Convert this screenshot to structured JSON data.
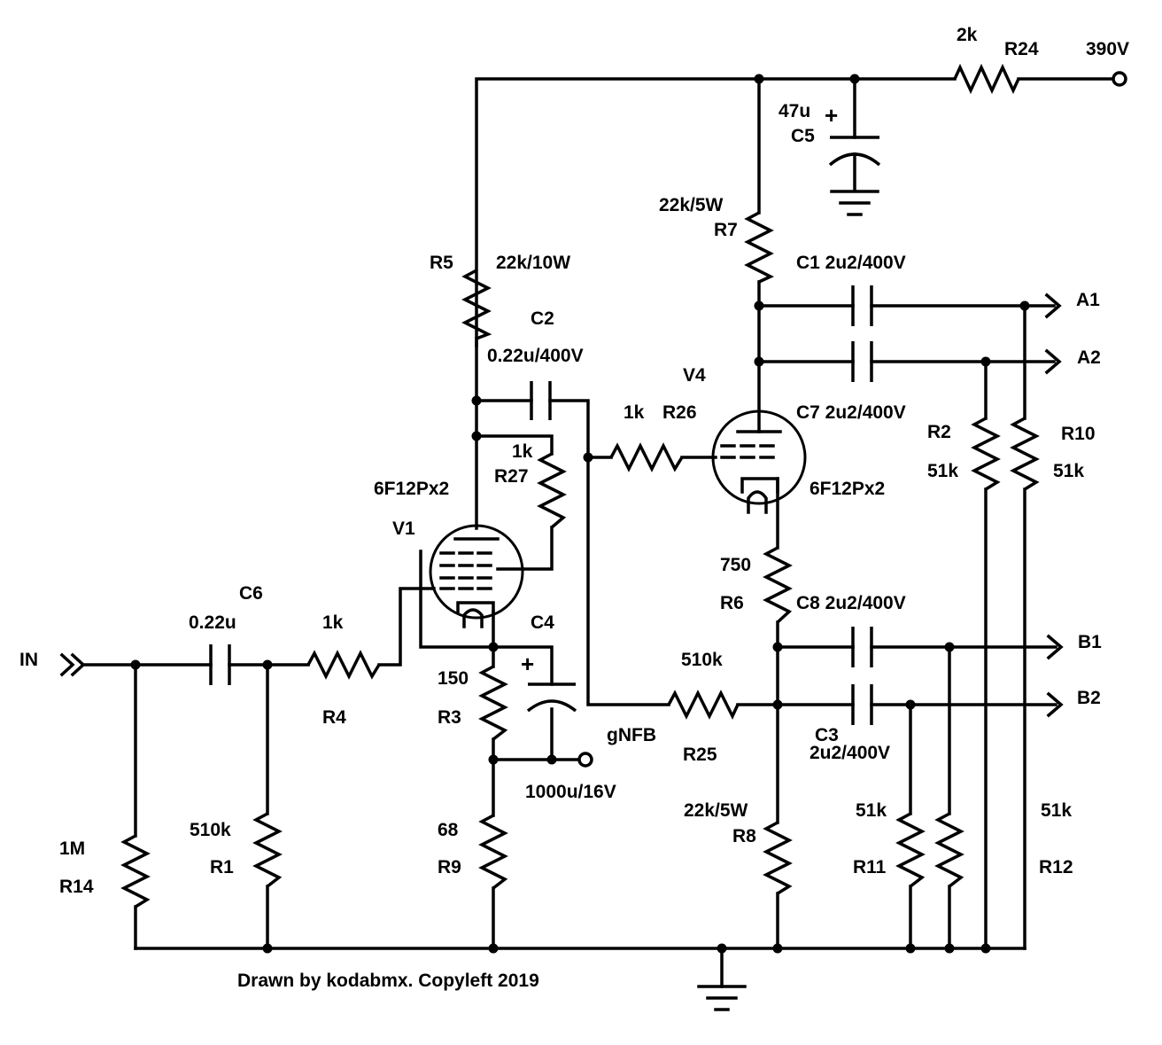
{
  "labels": {
    "r24_value": "2k",
    "r24_ref": "R24",
    "supply": "390V",
    "c5_value": "47u",
    "c5_ref": "C5",
    "c5_plus": "+",
    "r7_value": "22k/5W",
    "r7_ref": "R7",
    "r5_ref": "R5",
    "r5_value": "22k/10W",
    "c1_label": "C1 2u2/400V",
    "a1": "A1",
    "a2": "A2",
    "c2_ref": "C2",
    "c2_value": "0.22u/400V",
    "v4_ref": "V4",
    "r26_value": "1k",
    "r26_ref": "R26",
    "c7_label": "C7 2u2/400V",
    "r2_ref": "R2",
    "r2_value": "51k",
    "r10_ref": "R10",
    "r10_value": "51k",
    "r27_value": "1k",
    "r27_ref": "R27",
    "v1_type": "6F12Px2",
    "v4_type": "6F12Px2",
    "v1_ref": "V1",
    "c6_ref": "C6",
    "c6_value": "0.22u",
    "r4_value": "1k",
    "r4_ref": "R4",
    "input": "IN",
    "c4_ref": "C4",
    "c4_plus": "+",
    "c4_value": "1000u/16V",
    "r6_value": "750",
    "r6_ref": "R6",
    "c8_label": "C8 2u2/400V",
    "b1": "B1",
    "b2": "B2",
    "r25_value": "510k",
    "r25_ref": "R25",
    "r3_value": "150",
    "r3_ref": "R3",
    "gnfb": "gNFB",
    "c3_ref": "C3",
    "c3_value": "2u2/400V",
    "r8_value": "22k/5W",
    "r8_ref": "R8",
    "r11_value": "51k",
    "r11_ref": "R11",
    "r12_value": "51k",
    "r12_ref": "R12",
    "r9_value": "68",
    "r9_ref": "R9",
    "r1_value": "510k",
    "r1_ref": "R1",
    "r14_value": "1M",
    "r14_ref": "R14",
    "credit": "Drawn by kodabmx. Copyleft 2019"
  }
}
